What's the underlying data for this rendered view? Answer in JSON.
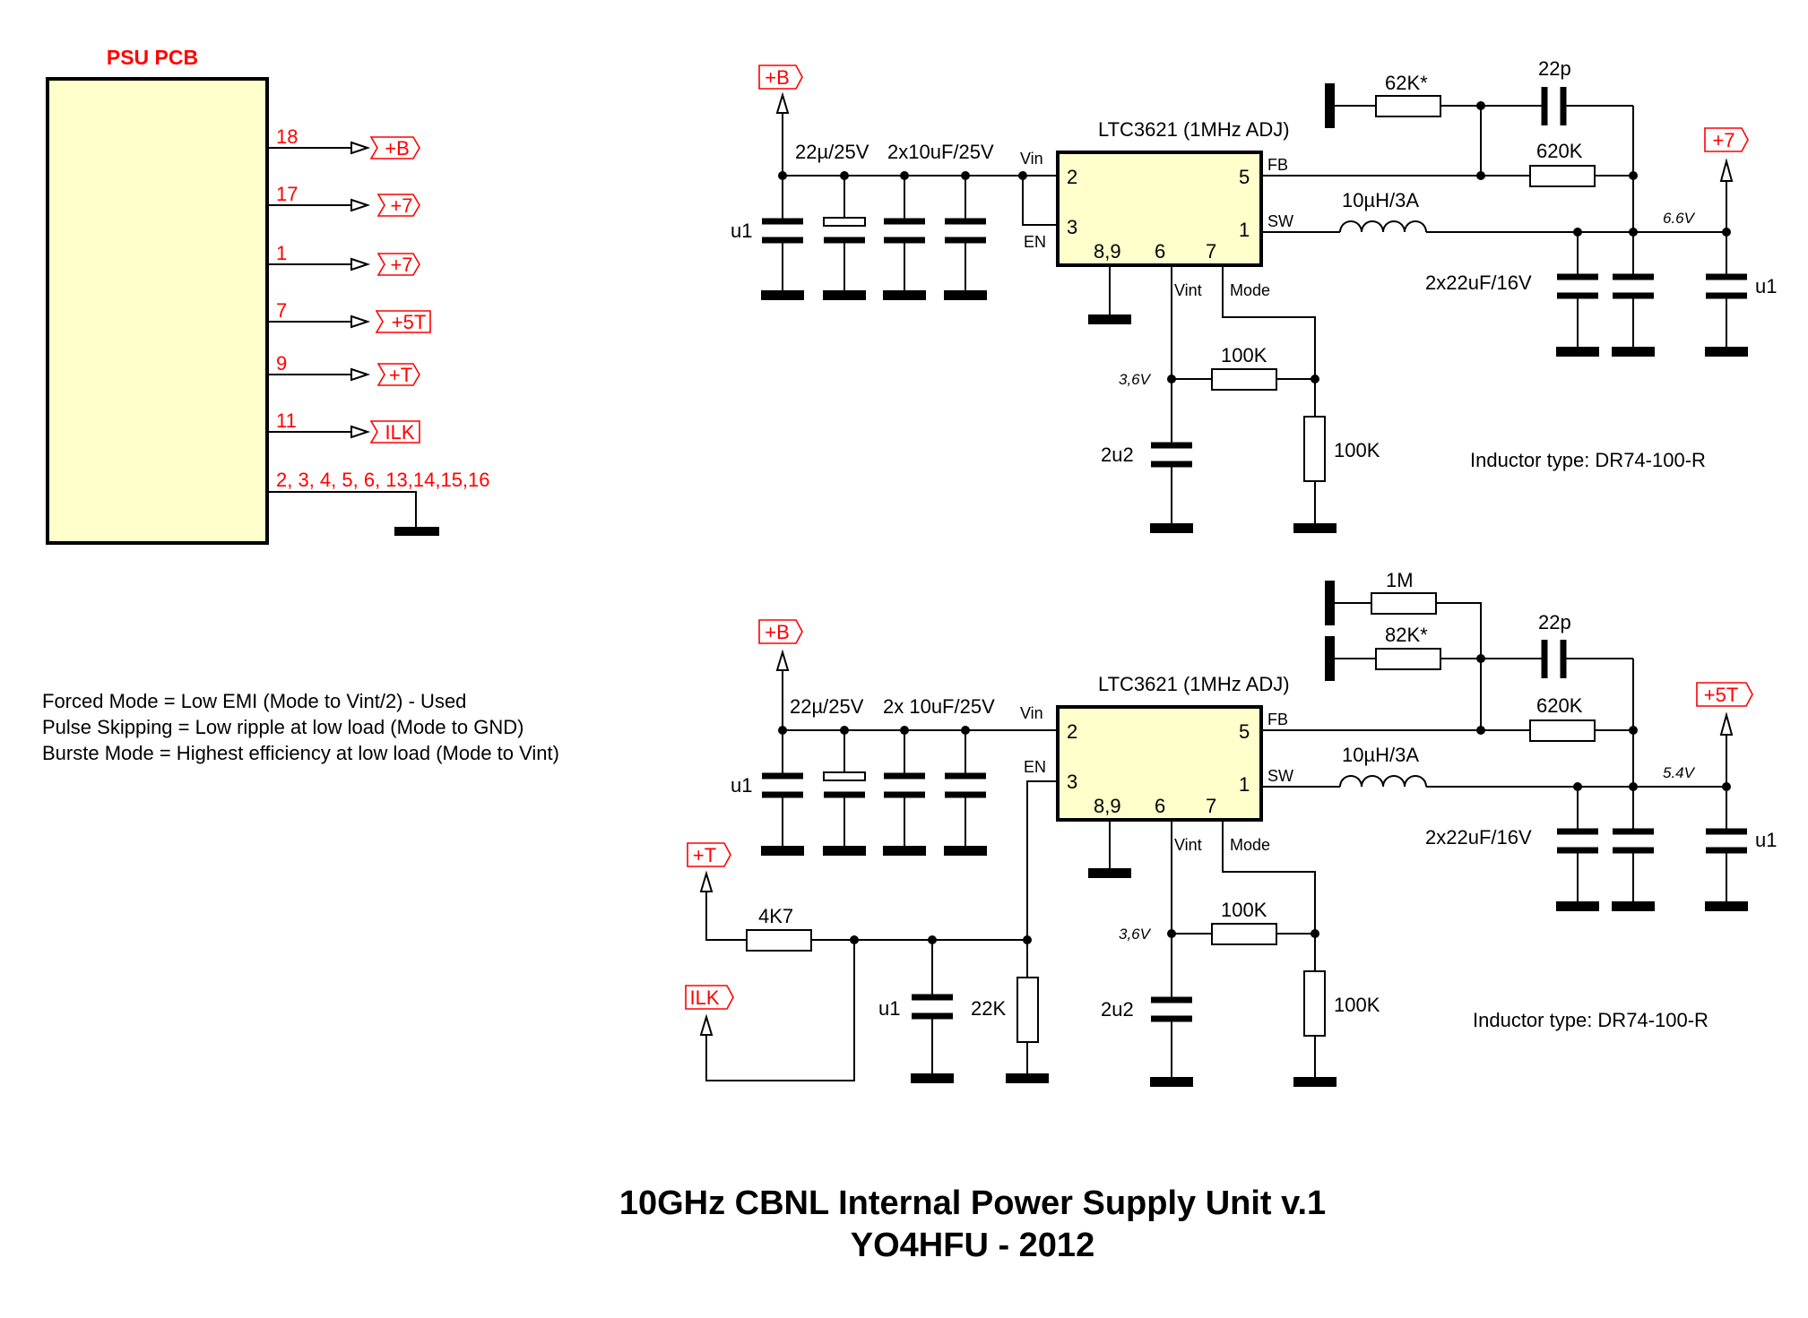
{
  "title": {
    "line1": "10GHz CBNL Internal Power Supply Unit v.1",
    "line2": "YO4HFU - 2012"
  },
  "psu": {
    "label": "PSU PCB",
    "pins": [
      {
        "num": "18",
        "net": "+B"
      },
      {
        "num": "17",
        "net": "+7"
      },
      {
        "num": "1",
        "net": "+7"
      },
      {
        "num": "7",
        "net": "+5T"
      },
      {
        "num": "9",
        "net": "+T"
      },
      {
        "num": "11",
        "net": "ILK"
      }
    ],
    "gnd_pins": "2, 3, 4, 5, 6, 13,14,15,16"
  },
  "notes": [
    "Forced Mode = Low EMI (Mode to Vint/2) - Used",
    "Pulse Skipping = Low ripple at low load (Mode to GND)",
    "Burste Mode = Highest efficiency at low load (Mode to Vint)"
  ],
  "reg1": {
    "chip": "LTC3621 (1MHz ADJ)",
    "input_net": "+B",
    "output_net": "+7",
    "cin_a": "u1",
    "cin_b": "22µ/25V",
    "cin_c": "2x10uF/25V",
    "vin": "Vin",
    "en": "EN",
    "fb": "FB",
    "sw": "SW",
    "vint": "Vint",
    "mode": "Mode",
    "pin_2": "2",
    "pin_3": "3",
    "pin_5": "5",
    "pin_1": "1",
    "pin_89": "8,9",
    "pin_6": "6",
    "pin_7": "7",
    "r_top": "62K*",
    "c_ff": "22p",
    "r_fb": "620K",
    "inductor": "10µH/3A",
    "vout": "6.6V",
    "cout": "2x22uF/16V",
    "cout2": "u1",
    "vint_v": "3,6V",
    "r_mode1": "100K",
    "r_mode2": "100K",
    "c_vint": "2u2",
    "inductor_note": "Inductor type: DR74-100-R"
  },
  "reg2": {
    "chip": "LTC3621 (1MHz ADJ)",
    "input_net": "+B",
    "output_net": "+5T",
    "cin_a": "u1",
    "cin_b": "22µ/25V",
    "cin_c": "2x 10uF/25V",
    "vin": "Vin",
    "en": "EN",
    "fb": "FB",
    "sw": "SW",
    "vint": "Vint",
    "mode": "Mode",
    "pin_2": "2",
    "pin_3": "3",
    "pin_5": "5",
    "pin_1": "1",
    "pin_89": "8,9",
    "pin_6": "6",
    "pin_7": "7",
    "r_top1": "1M",
    "r_top2": "82K*",
    "c_ff": "22p",
    "r_fb": "620K",
    "inductor": "10µH/3A",
    "vout": "5.4V",
    "cout": "2x22uF/16V",
    "cout2": "u1",
    "vint_v": "3,6V",
    "r_mode1": "100K",
    "r_mode2": "100K",
    "c_vint": "2u2",
    "en_net": "+T",
    "ilk_net": "ILK",
    "r_en": "4K7",
    "c_en": "u1",
    "r_pd": "22K",
    "inductor_note": "Inductor type: DR74-100-R"
  }
}
